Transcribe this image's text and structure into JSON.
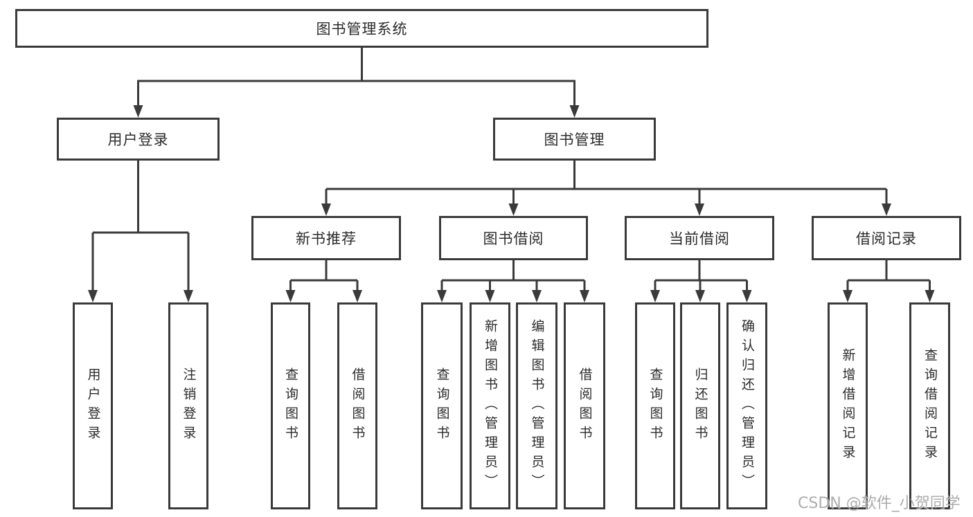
{
  "tree": {
    "label": "图书管理系统",
    "children": [
      {
        "label": "用户登录",
        "children": [
          {
            "label": "用户登录"
          },
          {
            "label": "注销登录"
          }
        ]
      },
      {
        "label": "图书管理",
        "children": [
          {
            "label": "新书推荐",
            "children": [
              {
                "label": "查询图书"
              },
              {
                "label": "借阅图书"
              }
            ]
          },
          {
            "label": "图书借阅",
            "children": [
              {
                "label": "查询图书"
              },
              {
                "label": "新增图书（管理员）"
              },
              {
                "label": "编辑图书（管理员）"
              },
              {
                "label": "借阅图书"
              }
            ]
          },
          {
            "label": "当前借阅",
            "children": [
              {
                "label": "查询图书"
              },
              {
                "label": "归还图书"
              },
              {
                "label": "确认归还（管理员）"
              }
            ]
          },
          {
            "label": "借阅记录",
            "children": [
              {
                "label": "新增借阅记录"
              },
              {
                "label": "查询借阅记录"
              }
            ]
          }
        ]
      }
    ]
  },
  "watermark": "CSDN @软件_小贺同学",
  "colors": {
    "line": "#3a3a3a",
    "box_border": "#3a3a3a",
    "text": "#2b2b2b",
    "watermark": "#9e9e9e",
    "background": "#ffffff"
  }
}
